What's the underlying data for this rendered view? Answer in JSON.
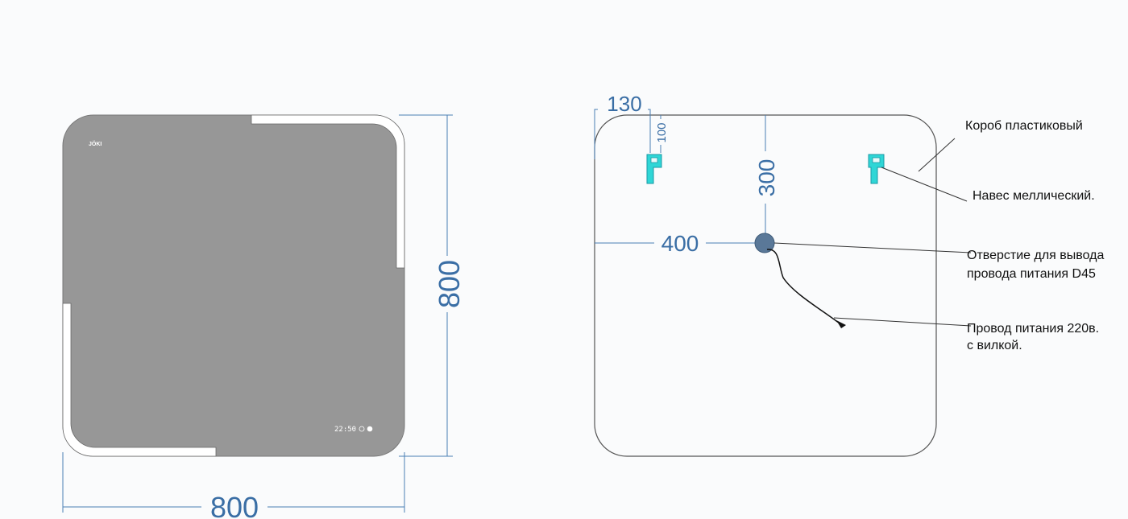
{
  "front_view": {
    "brand_logo": "JÖKI",
    "clock_display": "22:50",
    "width_dim": "800",
    "height_dim": "800"
  },
  "back_view": {
    "dims": {
      "hanger_offset_x": "130",
      "hanger_offset_y": "100",
      "hole_from_top": "300",
      "hole_from_left": "400"
    },
    "labels": {
      "box": "Короб пластиковый",
      "hanger": "Навес меллический.",
      "hole_line1": "Отверстие для вывода",
      "hole_line2": "провода питания D45",
      "cable_line1": "Провод питания 220в.",
      "cable_line2": "с вилкой."
    }
  },
  "colors": {
    "mirror": "#979797",
    "dimension": "#3a6ea5",
    "hanger": "#2fd6d6",
    "hole": "#5a7898"
  }
}
